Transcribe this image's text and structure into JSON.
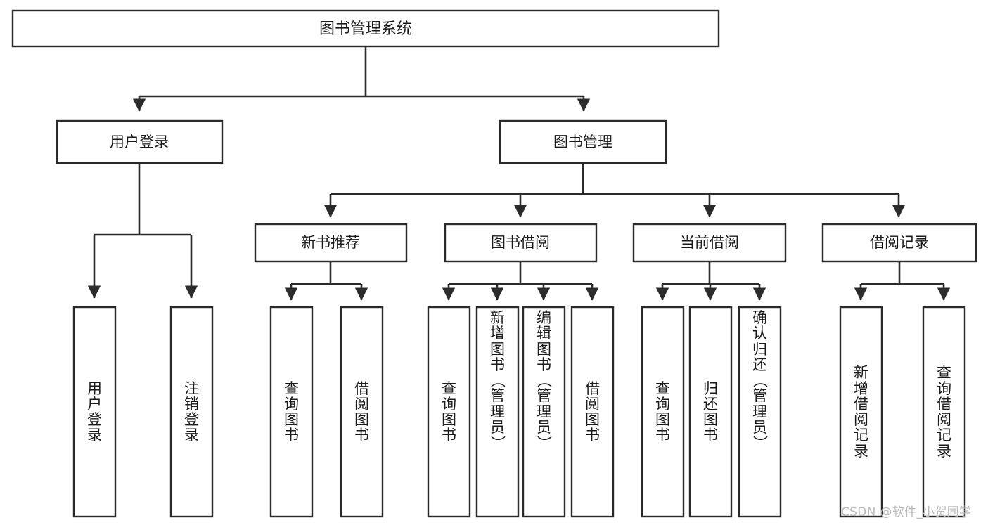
{
  "diagram": {
    "title": "图书管理系统",
    "type": "hierarchy-tree",
    "levels": 4,
    "root": {
      "id": "root",
      "label": "图书管理系统",
      "orientation": "horizontal"
    },
    "level2": [
      {
        "id": "user-login",
        "label": "用户登录",
        "orientation": "horizontal"
      },
      {
        "id": "book-manage",
        "label": "图书管理",
        "orientation": "horizontal"
      }
    ],
    "level3": [
      {
        "id": "new-book-recommend",
        "label": "新书推荐",
        "orientation": "horizontal",
        "parent": "book-manage"
      },
      {
        "id": "book-borrow",
        "label": "图书借阅",
        "orientation": "horizontal",
        "parent": "book-manage"
      },
      {
        "id": "current-borrow",
        "label": "当前借阅",
        "orientation": "horizontal",
        "parent": "book-manage"
      },
      {
        "id": "borrow-record",
        "label": "借阅记录",
        "orientation": "horizontal",
        "parent": "book-manage"
      }
    ],
    "leaves": [
      {
        "id": "leaf-user-login",
        "label": "用户登录",
        "orientation": "vertical",
        "parent": "user-login"
      },
      {
        "id": "leaf-logout-login",
        "label": "注销登录",
        "orientation": "vertical",
        "parent": "user-login"
      },
      {
        "id": "leaf-query-book-1",
        "label": "查询图书",
        "orientation": "vertical",
        "parent": "new-book-recommend"
      },
      {
        "id": "leaf-borrow-book-1",
        "label": "借阅图书",
        "orientation": "vertical",
        "parent": "new-book-recommend"
      },
      {
        "id": "leaf-query-book-2",
        "label": "查询图书",
        "orientation": "vertical",
        "parent": "book-borrow"
      },
      {
        "id": "leaf-add-book-admin",
        "label": "新增图书（管理员）",
        "orientation": "vertical",
        "parent": "book-borrow"
      },
      {
        "id": "leaf-edit-book-admin",
        "label": "编辑图书（管理员）",
        "orientation": "vertical",
        "parent": "book-borrow"
      },
      {
        "id": "leaf-borrow-book-2",
        "label": "借阅图书",
        "orientation": "vertical",
        "parent": "book-borrow"
      },
      {
        "id": "leaf-query-book-3",
        "label": "查询图书",
        "orientation": "vertical",
        "parent": "current-borrow"
      },
      {
        "id": "leaf-return-book",
        "label": "归还图书",
        "orientation": "vertical",
        "parent": "current-borrow"
      },
      {
        "id": "leaf-confirm-return-admin",
        "label": "确认归还（管理员）",
        "orientation": "vertical",
        "parent": "current-borrow"
      },
      {
        "id": "leaf-add-borrow-record",
        "label": "新增借阅记录",
        "orientation": "vertical",
        "parent": "borrow-record"
      },
      {
        "id": "leaf-query-borrow-record",
        "label": "查询借阅记录",
        "orientation": "vertical",
        "parent": "borrow-record"
      }
    ]
  },
  "watermark": {
    "text": "CSDN @软件_小贺同学"
  },
  "colors": {
    "box_border": "#2b2b2b",
    "box_fill": "#ffffff",
    "connector": "#2b2b2b",
    "text": "#1a1a1a",
    "watermark": "#b9b9b9",
    "background": "#ffffff"
  }
}
